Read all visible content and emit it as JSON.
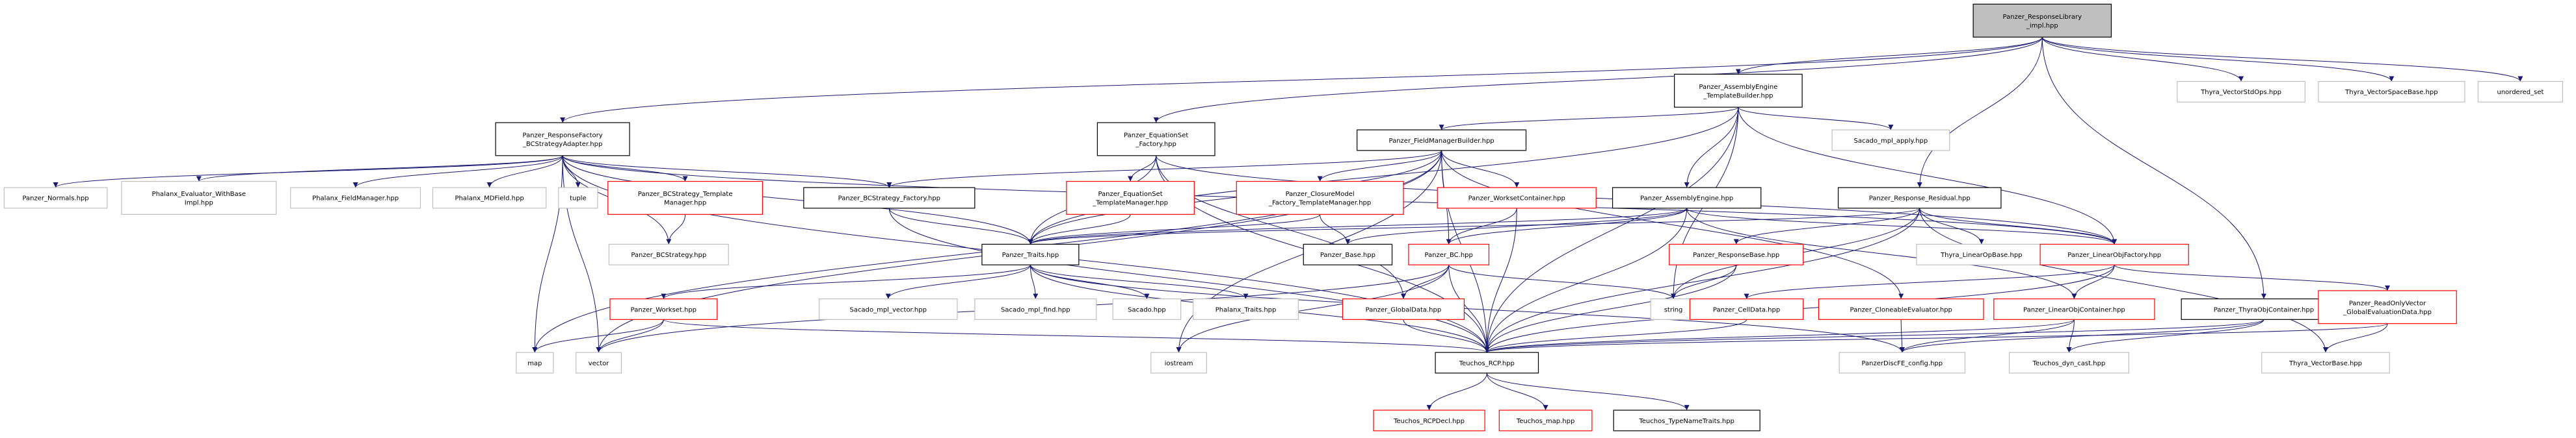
{
  "colors": {
    "root_fill": "#bfbfbf",
    "root_border": "#000000",
    "documented_border": "#000000",
    "red_border": "#ff0000",
    "external_border": "#bfbfbf",
    "edge": "#191970",
    "background": "#ffffff"
  },
  "diagram": {
    "nodes": [
      {
        "id": "root",
        "kind": "root",
        "lines": [
          "Panzer_ResponseLibrary",
          "_impl.hpp"
        ]
      },
      {
        "id": "vecstdops",
        "kind": "external",
        "lines": [
          "Thyra_VectorStdOps.hpp"
        ]
      },
      {
        "id": "vecspacebase",
        "kind": "external",
        "lines": [
          "Thyra_VectorSpaceBase.hpp"
        ]
      },
      {
        "id": "unordered",
        "kind": "external",
        "lines": [
          "unordered_set"
        ]
      },
      {
        "id": "asmtb",
        "kind": "documented",
        "lines": [
          "Panzer_AssemblyEngine",
          "_TemplateBuilder.hpp"
        ]
      },
      {
        "id": "respfact",
        "kind": "documented",
        "lines": [
          "Panzer_ResponseFactory",
          "_BCStrategyAdapter.hpp"
        ]
      },
      {
        "id": "eqsetfac",
        "kind": "documented",
        "lines": [
          "Panzer_EquationSet",
          "_Factory.hpp"
        ]
      },
      {
        "id": "fmb",
        "kind": "documented",
        "lines": [
          "Panzer_FieldManagerBuilder.hpp"
        ]
      },
      {
        "id": "sacadoapply",
        "kind": "external",
        "lines": [
          "Sacado_mpl_apply.hpp"
        ]
      },
      {
        "id": "normals",
        "kind": "external",
        "lines": [
          "Panzer_Normals.hpp"
        ]
      },
      {
        "id": "phxevalbase",
        "kind": "external",
        "lines": [
          "Phalanx_Evaluator_WithBase",
          "Impl.hpp"
        ]
      },
      {
        "id": "phxfm",
        "kind": "external",
        "lines": [
          "Phalanx_FieldManager.hpp"
        ]
      },
      {
        "id": "phxmdf",
        "kind": "external",
        "lines": [
          "Phalanx_MDField.hpp"
        ]
      },
      {
        "id": "tuple",
        "kind": "external",
        "lines": [
          "tuple"
        ]
      },
      {
        "id": "bcstm",
        "kind": "red",
        "lines": [
          "Panzer_BCStrategy_Template",
          "Manager.hpp"
        ]
      },
      {
        "id": "bcsfac",
        "kind": "documented",
        "lines": [
          "Panzer_BCStrategy_Factory.hpp"
        ]
      },
      {
        "id": "eqtm",
        "kind": "red",
        "lines": [
          "Panzer_EquationSet",
          "_TemplateManager.hpp"
        ]
      },
      {
        "id": "closure",
        "kind": "red",
        "lines": [
          "Panzer_ClosureModel",
          "_Factory_TemplateManager.hpp"
        ]
      },
      {
        "id": "wscont",
        "kind": "red",
        "lines": [
          "Panzer_WorksetContainer.hpp"
        ]
      },
      {
        "id": "asmeng",
        "kind": "documented",
        "lines": [
          "Panzer_AssemblyEngine.hpp"
        ]
      },
      {
        "id": "resresid",
        "kind": "documented",
        "lines": [
          "Panzer_Response_Residual.hpp"
        ]
      },
      {
        "id": "bcstrat",
        "kind": "external",
        "lines": [
          "Panzer_BCStrategy.hpp"
        ]
      },
      {
        "id": "traits",
        "kind": "documented",
        "lines": [
          "Panzer_Traits.hpp"
        ]
      },
      {
        "id": "base",
        "kind": "documented",
        "lines": [
          "Panzer_Base.hpp"
        ]
      },
      {
        "id": "bc",
        "kind": "red",
        "lines": [
          "Panzer_BC.hpp"
        ]
      },
      {
        "id": "respbase",
        "kind": "red",
        "lines": [
          "Panzer_ResponseBase.hpp"
        ]
      },
      {
        "id": "linopbase",
        "kind": "external",
        "lines": [
          "Thyra_LinearOpBase.hpp"
        ]
      },
      {
        "id": "lofact",
        "kind": "red",
        "lines": [
          "Panzer_LinearObjFactory.hpp"
        ]
      },
      {
        "id": "workset",
        "kind": "red",
        "lines": [
          "Panzer_Workset.hpp"
        ]
      },
      {
        "id": "sacvec",
        "kind": "external",
        "lines": [
          "Sacado_mpl_vector.hpp"
        ]
      },
      {
        "id": "sacfind",
        "kind": "external",
        "lines": [
          "Sacado_mpl_find.hpp"
        ]
      },
      {
        "id": "sacado",
        "kind": "external",
        "lines": [
          "Sacado.hpp"
        ]
      },
      {
        "id": "phxtraits",
        "kind": "external",
        "lines": [
          "Phalanx_Traits.hpp"
        ]
      },
      {
        "id": "globaldata",
        "kind": "red",
        "lines": [
          "Panzer_GlobalData.hpp"
        ]
      },
      {
        "id": "string",
        "kind": "external",
        "lines": [
          "string"
        ]
      },
      {
        "id": "celldata",
        "kind": "red",
        "lines": [
          "Panzer_CellData.hpp"
        ]
      },
      {
        "id": "cloneable",
        "kind": "red",
        "lines": [
          "Panzer_CloneableEvaluator.hpp"
        ]
      },
      {
        "id": "locont",
        "kind": "red",
        "lines": [
          "Panzer_LinearObjContainer.hpp"
        ]
      },
      {
        "id": "thyracont",
        "kind": "documented",
        "lines": [
          "Panzer_ThyraObjContainer.hpp"
        ]
      },
      {
        "id": "readonly",
        "kind": "red",
        "lines": [
          "Panzer_ReadOnlyVector",
          "_GlobalEvaluationData.hpp"
        ]
      },
      {
        "id": "map",
        "kind": "external",
        "lines": [
          "map"
        ]
      },
      {
        "id": "vector",
        "kind": "external",
        "lines": [
          "vector"
        ]
      },
      {
        "id": "iostream",
        "kind": "external",
        "lines": [
          "iostream"
        ]
      },
      {
        "id": "rcp",
        "kind": "documented",
        "lines": [
          "Teuchos_RCP.hpp"
        ]
      },
      {
        "id": "pdfe",
        "kind": "external",
        "lines": [
          "PanzerDiscFE_config.hpp"
        ]
      },
      {
        "id": "dyncast",
        "kind": "external",
        "lines": [
          "Teuchos_dyn_cast.hpp"
        ]
      },
      {
        "id": "vecbase",
        "kind": "external",
        "lines": [
          "Thyra_VectorBase.hpp"
        ]
      },
      {
        "id": "rcpdecl",
        "kind": "red",
        "lines": [
          "Teuchos_RCPDecl.hpp"
        ]
      },
      {
        "id": "tmap",
        "kind": "red",
        "lines": [
          "Teuchos_map.hpp"
        ]
      },
      {
        "id": "typename",
        "kind": "documented",
        "lines": [
          "Teuchos_TypeNameTraits.hpp"
        ]
      }
    ],
    "edges": [
      [
        "root",
        "vecstdops"
      ],
      [
        "root",
        "vecspacebase"
      ],
      [
        "root",
        "unordered"
      ],
      [
        "root",
        "asmtb"
      ],
      [
        "root",
        "respfact"
      ],
      [
        "root",
        "eqsetfac"
      ],
      [
        "root",
        "resresid"
      ],
      [
        "root",
        "thyracont"
      ],
      [
        "asmtb",
        "fmb"
      ],
      [
        "asmtb",
        "sacadoapply"
      ],
      [
        "asmtb",
        "asmeng"
      ],
      [
        "asmtb",
        "lofact"
      ],
      [
        "asmtb",
        "traits"
      ],
      [
        "asmtb",
        "rcp"
      ],
      [
        "asmtb",
        "string"
      ],
      [
        "respfact",
        "normals"
      ],
      [
        "respfact",
        "phxevalbase"
      ],
      [
        "respfact",
        "phxfm"
      ],
      [
        "respfact",
        "phxmdf"
      ],
      [
        "respfact",
        "tuple"
      ],
      [
        "respfact",
        "bcstm"
      ],
      [
        "respfact",
        "bcsfac"
      ],
      [
        "respfact",
        "bcstrat"
      ],
      [
        "respfact",
        "traits"
      ],
      [
        "respfact",
        "map"
      ],
      [
        "respfact",
        "vector"
      ],
      [
        "respfact",
        "rcp"
      ],
      [
        "respfact",
        "lofact"
      ],
      [
        "eqsetfac",
        "eqtm"
      ],
      [
        "eqsetfac",
        "traits"
      ],
      [
        "eqsetfac",
        "globaldata"
      ],
      [
        "eqsetfac",
        "rcp"
      ],
      [
        "eqsetfac",
        "lofact"
      ],
      [
        "fmb",
        "closure"
      ],
      [
        "fmb",
        "wscont"
      ],
      [
        "fmb",
        "bcsfac"
      ],
      [
        "fmb",
        "bc"
      ],
      [
        "fmb",
        "traits"
      ],
      [
        "fmb",
        "vector"
      ],
      [
        "fmb",
        "iostream"
      ],
      [
        "fmb",
        "rcp"
      ],
      [
        "fmb",
        "map"
      ],
      [
        "fmb",
        "cloneable"
      ],
      [
        "bcstm",
        "bcstrat"
      ],
      [
        "bcsfac",
        "traits"
      ],
      [
        "bcsfac",
        "rcp"
      ],
      [
        "eqtm",
        "traits"
      ],
      [
        "closure",
        "base"
      ],
      [
        "closure",
        "traits"
      ],
      [
        "wscont",
        "bc"
      ],
      [
        "wscont",
        "rcp"
      ],
      [
        "asmeng",
        "traits"
      ],
      [
        "asmeng",
        "rcp"
      ],
      [
        "asmeng",
        "bc"
      ],
      [
        "asmeng",
        "locont"
      ],
      [
        "asmeng",
        "lofact"
      ],
      [
        "asmeng",
        "base"
      ],
      [
        "resresid",
        "respbase"
      ],
      [
        "resresid",
        "linopbase"
      ],
      [
        "resresid",
        "lofact"
      ],
      [
        "resresid",
        "string"
      ],
      [
        "resresid",
        "rcp"
      ],
      [
        "resresid",
        "vecbase"
      ],
      [
        "resresid",
        "traits"
      ],
      [
        "traits",
        "workset"
      ],
      [
        "traits",
        "sacvec"
      ],
      [
        "traits",
        "sacfind"
      ],
      [
        "traits",
        "sacado"
      ],
      [
        "traits",
        "phxtraits"
      ],
      [
        "traits",
        "rcp"
      ],
      [
        "traits",
        "pdfe"
      ],
      [
        "bc",
        "globaldata"
      ],
      [
        "bc",
        "string"
      ],
      [
        "bc",
        "rcp"
      ],
      [
        "bc",
        "vector"
      ],
      [
        "bc",
        "iostream"
      ],
      [
        "respbase",
        "string"
      ],
      [
        "respbase",
        "rcp"
      ],
      [
        "lofact",
        "celldata"
      ],
      [
        "lofact",
        "readonly"
      ],
      [
        "lofact",
        "locont"
      ],
      [
        "lofact",
        "rcp"
      ],
      [
        "workset",
        "map"
      ],
      [
        "workset",
        "vector"
      ],
      [
        "workset",
        "rcp"
      ],
      [
        "globaldata",
        "rcp"
      ],
      [
        "celldata",
        "rcp"
      ],
      [
        "cloneable",
        "pdfe"
      ],
      [
        "locont",
        "rcp"
      ],
      [
        "locont",
        "pdfe"
      ],
      [
        "locont",
        "dyncast"
      ],
      [
        "thyracont",
        "rcp"
      ],
      [
        "thyracont",
        "dyncast"
      ],
      [
        "thyracont",
        "pdfe"
      ],
      [
        "readonly",
        "rcp"
      ],
      [
        "readonly",
        "vecbase"
      ],
      [
        "rcp",
        "rcpdecl"
      ],
      [
        "rcp",
        "tmap"
      ],
      [
        "rcp",
        "typename"
      ]
    ]
  }
}
